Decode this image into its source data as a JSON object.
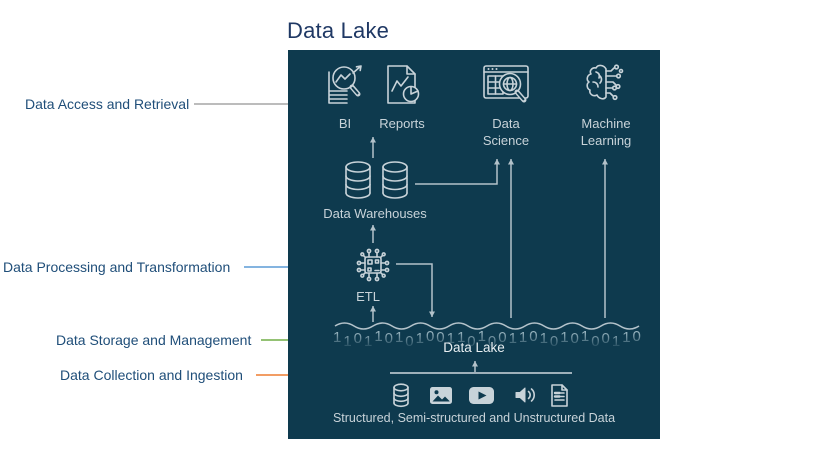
{
  "title": "Data Lake",
  "colors": {
    "box-bg": "#0e3a4e",
    "ink": "#c8d3d9",
    "ink-dim": "#b3c2ca",
    "digits": "#9db8c3",
    "title": "#1f3864",
    "side-label": "#1f4e79",
    "lake-text": "#e9eff2",
    "arrow-gray": "#a6a6a6",
    "arrow-blue": "#5b9bd5",
    "arrow-green": "#70ad47",
    "arrow-orange": "#ed7d31"
  },
  "side_labels": [
    {
      "text": "Data Access and Retrieval"
    },
    {
      "text": "Data Processing and Transformation"
    },
    {
      "text": "Data Storage and Management"
    },
    {
      "text": "Data Collection and Ingestion"
    }
  ],
  "diagram": {
    "consumers": [
      {
        "label": "BI",
        "icon": "bi-analytics-icon"
      },
      {
        "label": "Reports",
        "icon": "report-document-icon"
      },
      {
        "label": "Data Science",
        "icon": "data-science-icon"
      },
      {
        "label": "Machine Learning",
        "icon": "machine-learning-icon"
      }
    ],
    "warehouses_label": "Data Warehouses",
    "etl_label": "ETL",
    "lake_label": "Data Lake",
    "binary_digits": "110110101001101001101010100110",
    "sources_caption": "Structured, Semi-structured and Unstructured Data",
    "source_icons": [
      "database-icon",
      "image-icon",
      "video-play-icon",
      "audio-speaker-icon",
      "document-icon"
    ]
  }
}
